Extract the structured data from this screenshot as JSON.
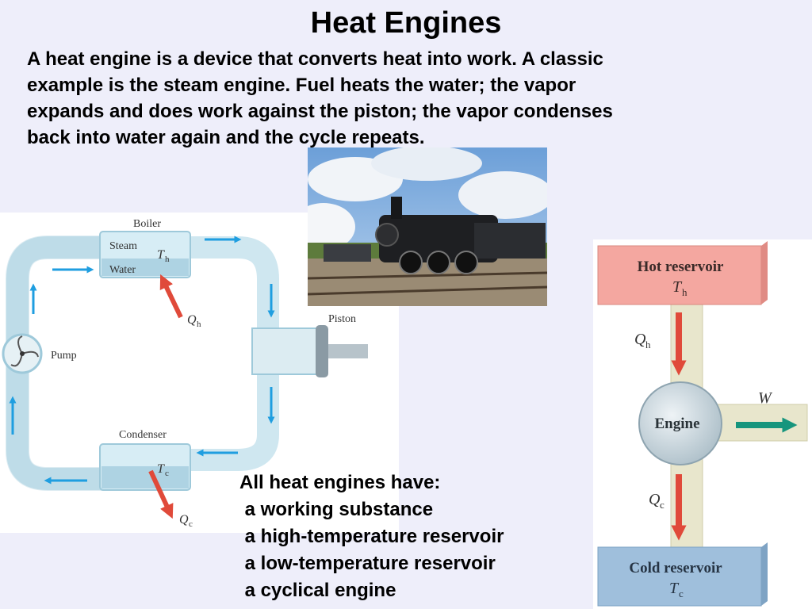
{
  "slide": {
    "title": "Heat Engines",
    "intro_lines": [
      "A heat engine is a device that converts heat into work. A classic",
      "example is the steam engine. Fuel heats the water; the vapor",
      "expands and does work against the piston; the vapor condenses",
      "back into water again and the cycle repeats."
    ]
  },
  "steam_diagram": {
    "boiler": "Boiler",
    "steam": "Steam",
    "water": "Water",
    "th": "T",
    "th_sub": "h",
    "qh": "Q",
    "qh_sub": "h",
    "piston": "Piston",
    "pump": "Pump",
    "condenser": "Condenser",
    "tc": "T",
    "tc_sub": "c",
    "qc": "Q",
    "qc_sub": "c"
  },
  "engine_diagram": {
    "hot": "Hot reservoir",
    "th": "T",
    "th_sub": "h",
    "qh": "Q",
    "qh_sub": "h",
    "engine": "Engine",
    "w": "W",
    "qc": "Q",
    "qc_sub": "c",
    "cold": "Cold reservoir",
    "tc": "T",
    "tc_sub": "c"
  },
  "list": {
    "heading": "All heat engines have:",
    "items": [
      " a working substance",
      " a high-temperature reservoir",
      " a low-temperature reservoir",
      " a cyclical engine"
    ]
  },
  "colors": {
    "background": "#eeeefa",
    "pipe": "#cfe7f0",
    "arrow_blue": "#1f9ee0",
    "arrow_red": "#e04a3a",
    "hot": "#f4a7a0",
    "cold": "#9fbfdc",
    "work_arrow": "#16957d"
  },
  "photo": {
    "subject": "steam-locomotive"
  }
}
